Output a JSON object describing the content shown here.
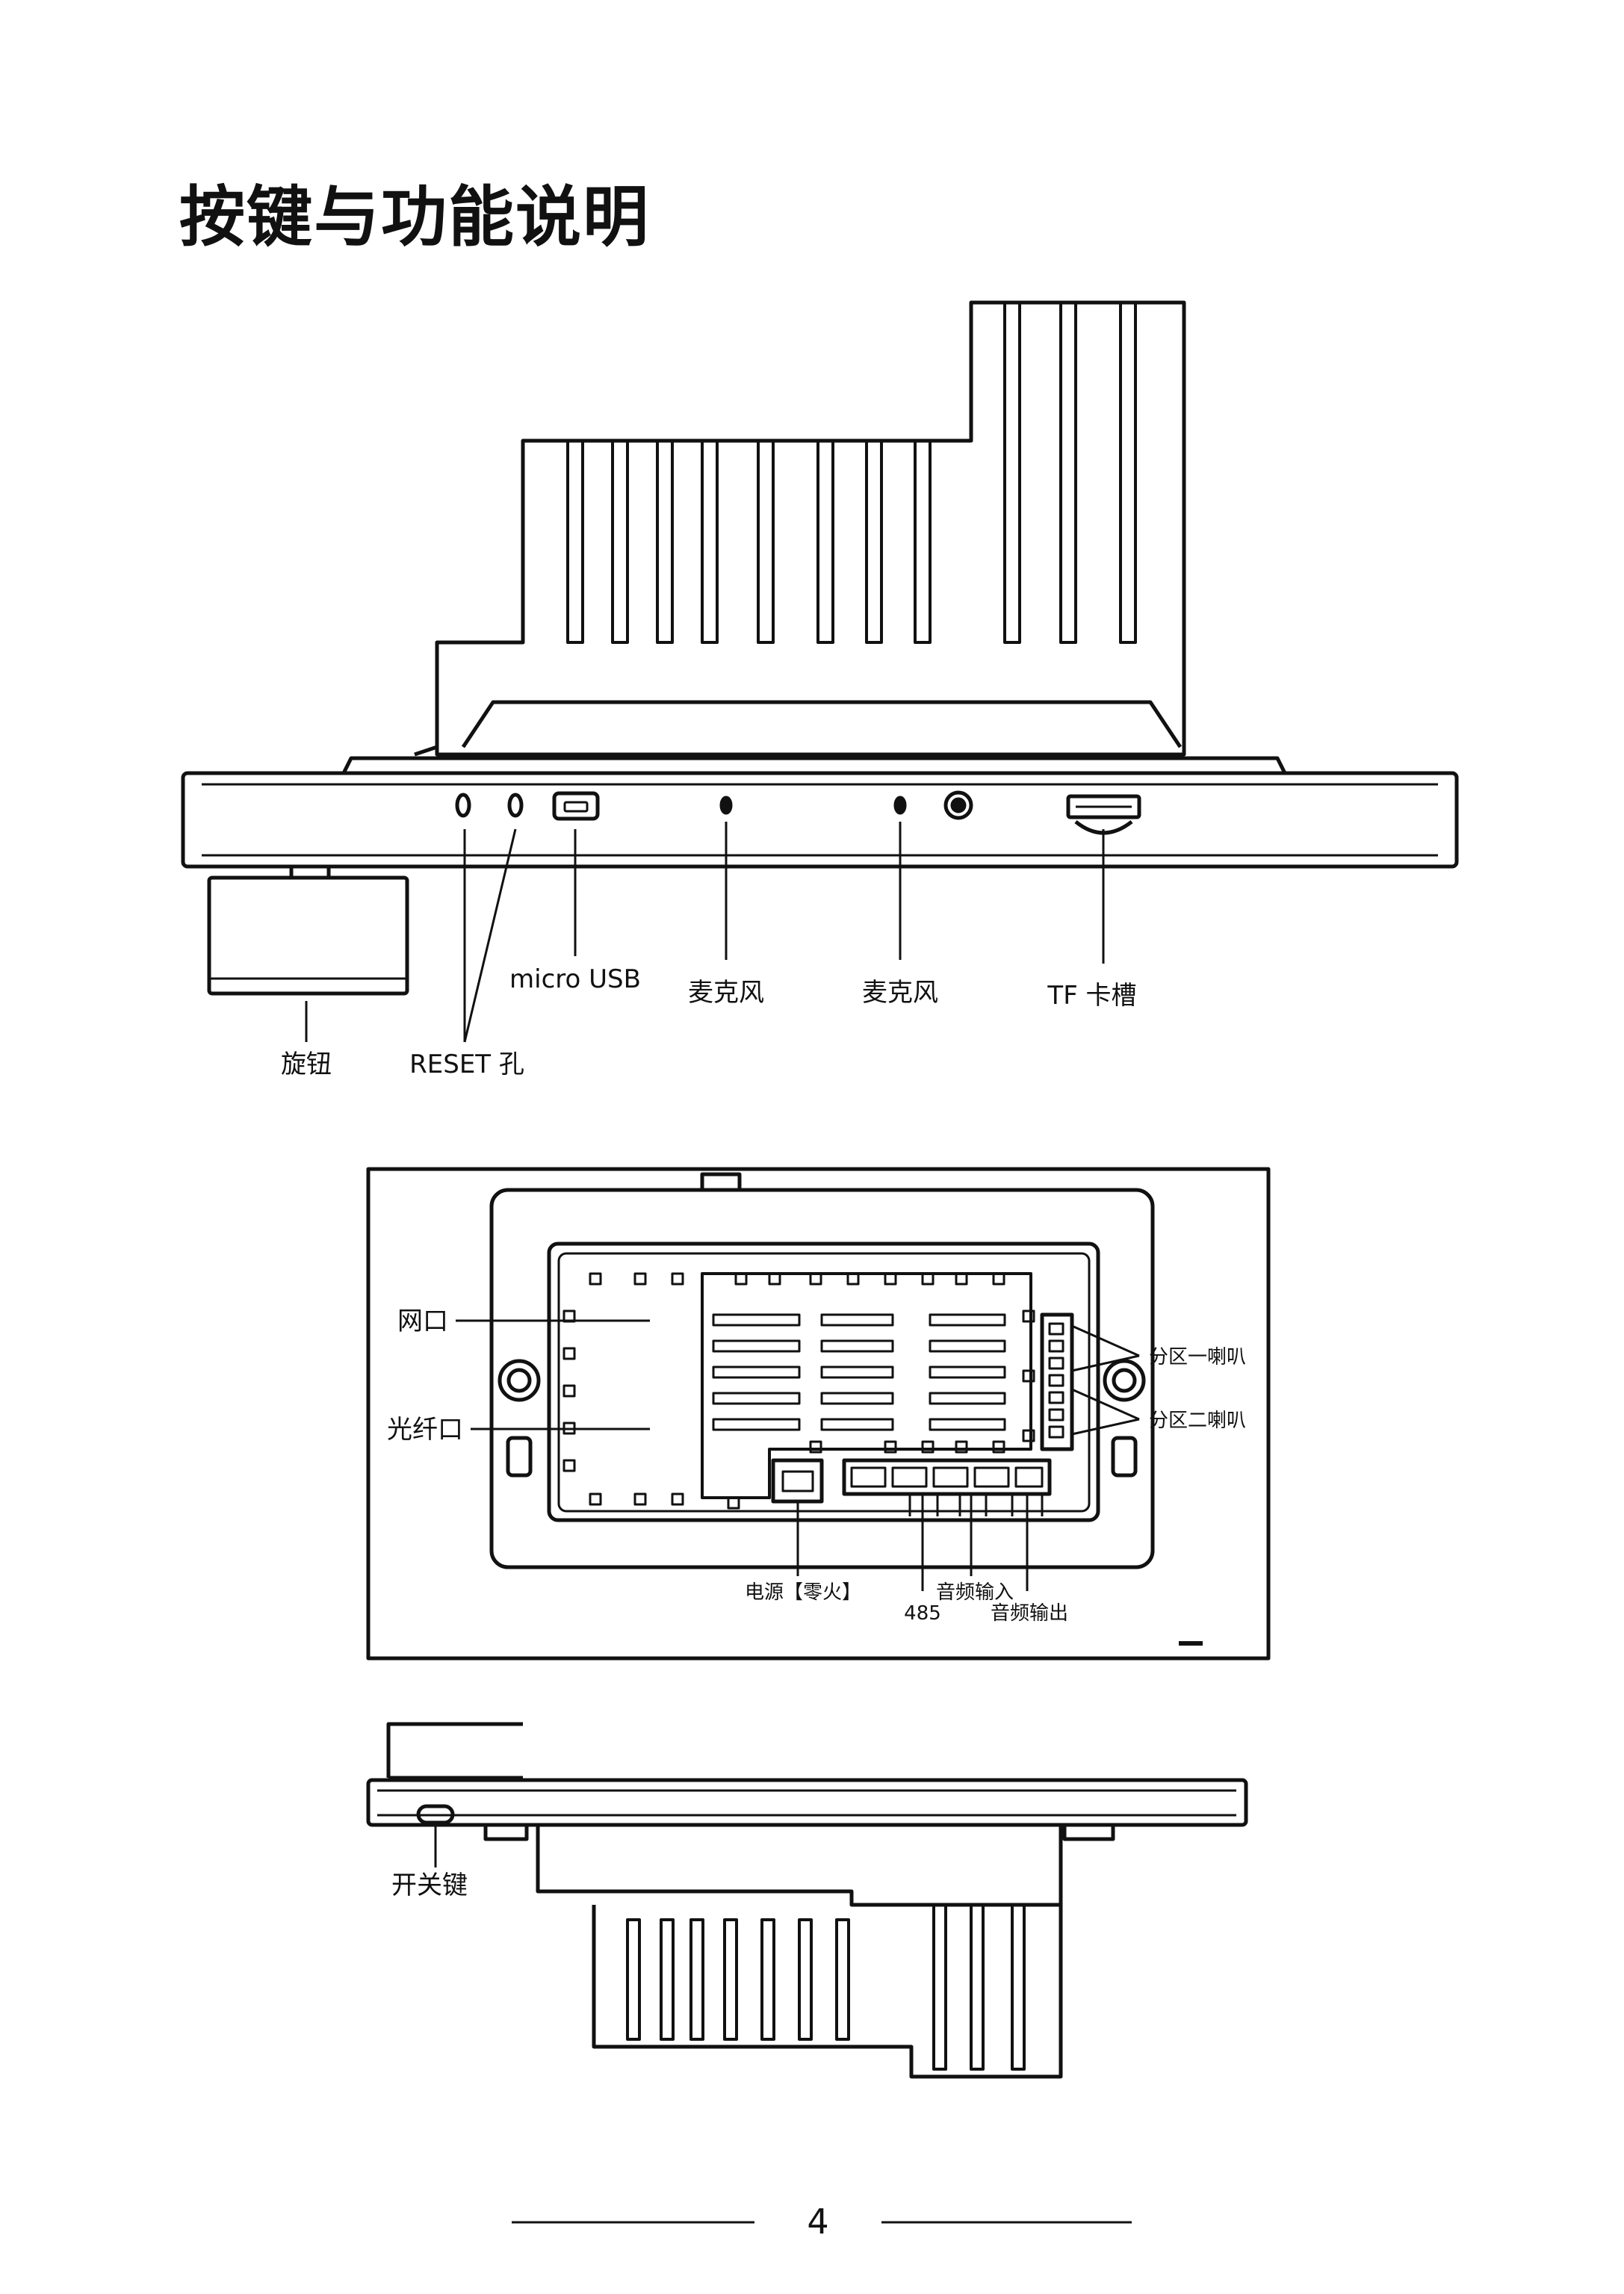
{
  "page_title": "按键与功能说明",
  "front_view": {
    "labels": {
      "knob": "旋钮",
      "reset": "RESET 孔",
      "micro_usb": "micro USB",
      "mic_1": "麦克风",
      "mic_2": "麦克风",
      "tf_slot": "TF 卡槽"
    }
  },
  "back_view": {
    "labels": {
      "network_port": "网口",
      "fiber_port": "光纤口",
      "zone_1_speaker": "分区一喇叭",
      "zone_2_speaker": "分区二喇叭",
      "power": "电源【零火】",
      "rs485": "485",
      "audio_in": "音频输入",
      "audio_out": "音频输出"
    }
  },
  "side_view": {
    "labels": {
      "power_switch": "开关键"
    }
  },
  "footer": {
    "page_number": "4"
  }
}
